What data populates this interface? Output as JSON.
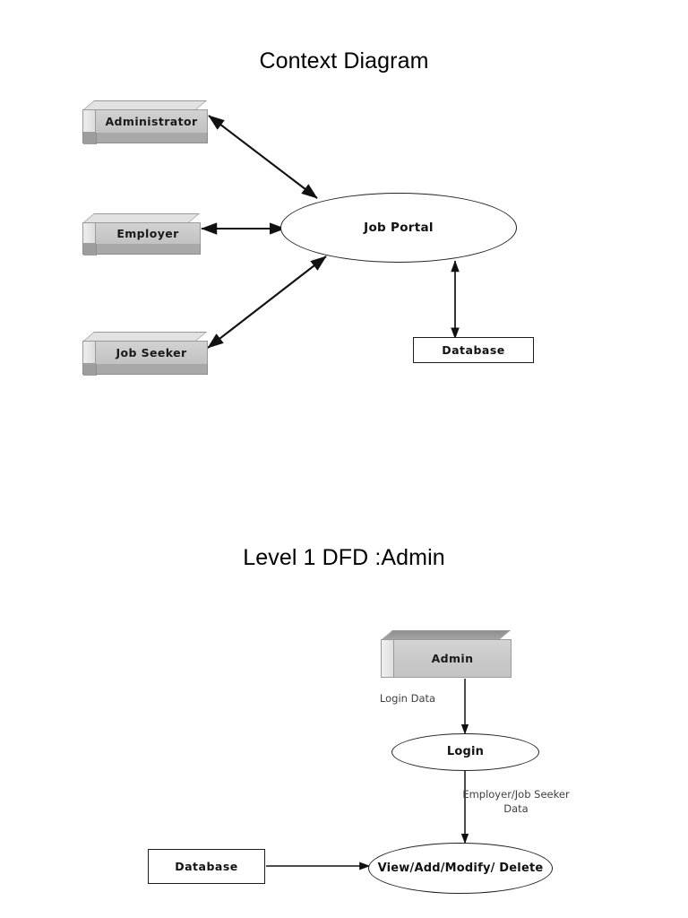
{
  "diagrams": [
    {
      "title": "Context Diagram",
      "entities": [
        {
          "label": "Administrator"
        },
        {
          "label": "Employer"
        },
        {
          "label": "Job Seeker"
        }
      ],
      "process": {
        "label": "Job Portal"
      },
      "datastore": {
        "label": "Database"
      },
      "flows": [
        {
          "from": "Administrator",
          "to": "Job Portal",
          "direction": "both",
          "label": ""
        },
        {
          "from": "Employer",
          "to": "Job Portal",
          "direction": "both",
          "label": ""
        },
        {
          "from": "Job Seeker",
          "to": "Job Portal",
          "direction": "both",
          "label": ""
        },
        {
          "from": "Job Portal",
          "to": "Database",
          "direction": "both",
          "label": ""
        }
      ]
    },
    {
      "title": "Level 1 DFD :Admin",
      "entities": [
        {
          "label": "Admin"
        }
      ],
      "processes": [
        {
          "label": "Login"
        },
        {
          "label": "View/Add/Modify/\nDelete"
        }
      ],
      "datastore": {
        "label": "Database"
      },
      "flows": [
        {
          "from": "Admin",
          "to": "Login",
          "direction": "down",
          "label": "Login Data"
        },
        {
          "from": "Login",
          "to": "View/Add/Modify/Delete",
          "direction": "down",
          "label": "Employer/Job Seeker\nData"
        },
        {
          "from": "Database",
          "to": "View/Add/Modify/Delete",
          "direction": "right",
          "label": ""
        }
      ]
    }
  ],
  "colors": {
    "entity_face": "#c9c9c9",
    "entity_shadow": "#a8a8a8",
    "entity_top_dark": "#8f8f8f",
    "stroke": "#1c1c1c",
    "label_text": "#3f3f3f",
    "background": "#ffffff"
  }
}
